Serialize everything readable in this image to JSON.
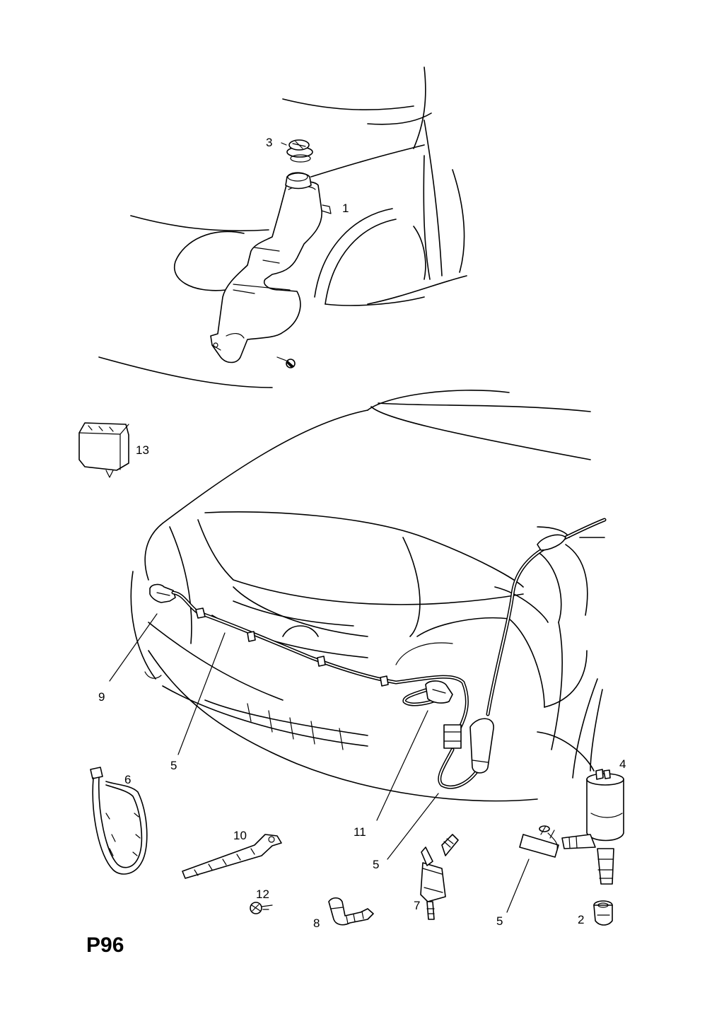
{
  "page_code": "P96",
  "callouts": [
    {
      "id": "c1",
      "text": "1"
    },
    {
      "id": "c2",
      "text": "2"
    },
    {
      "id": "c3",
      "text": "3"
    },
    {
      "id": "c4",
      "text": "4"
    },
    {
      "id": "c5a",
      "text": "5"
    },
    {
      "id": "c5b",
      "text": "5"
    },
    {
      "id": "c5c",
      "text": "5"
    },
    {
      "id": "c6",
      "text": "6"
    },
    {
      "id": "c7",
      "text": "7"
    },
    {
      "id": "c8",
      "text": "8"
    },
    {
      "id": "c9",
      "text": "9"
    },
    {
      "id": "c10",
      "text": "10"
    },
    {
      "id": "c11",
      "text": "11"
    },
    {
      "id": "c12",
      "text": "12"
    },
    {
      "id": "c13",
      "text": "13"
    }
  ]
}
